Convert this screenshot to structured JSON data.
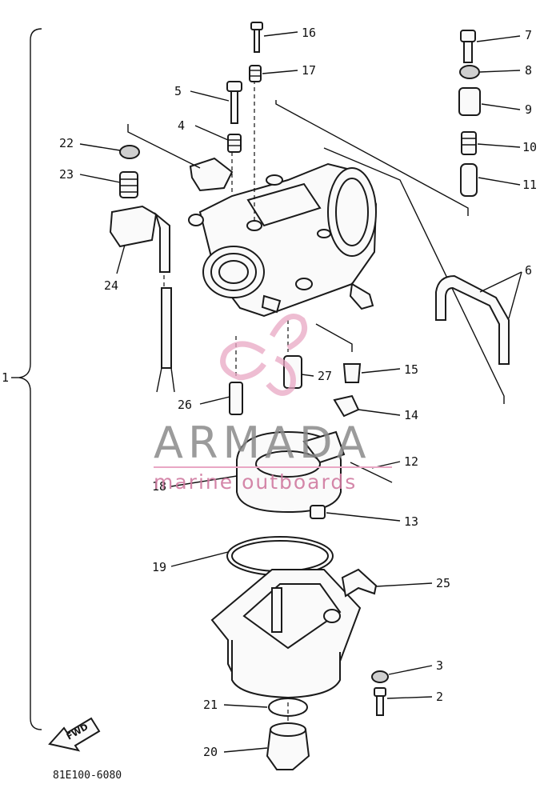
{
  "diagram": {
    "drawing_code": "81E100-6080",
    "fwd_label": "FWD",
    "watermark": {
      "brand": "ARMADA",
      "tagline": "marine outboards",
      "accent_color": "#d07aa0"
    },
    "callouts": [
      {
        "id": "c1",
        "label": "1"
      },
      {
        "id": "c2",
        "label": "2"
      },
      {
        "id": "c3",
        "label": "3"
      },
      {
        "id": "c4",
        "label": "4"
      },
      {
        "id": "c5",
        "label": "5"
      },
      {
        "id": "c6",
        "label": "6"
      },
      {
        "id": "c7",
        "label": "7"
      },
      {
        "id": "c8",
        "label": "8"
      },
      {
        "id": "c9",
        "label": "9"
      },
      {
        "id": "c10",
        "label": "10"
      },
      {
        "id": "c11",
        "label": "11"
      },
      {
        "id": "c12",
        "label": "12"
      },
      {
        "id": "c13",
        "label": "13"
      },
      {
        "id": "c14",
        "label": "14"
      },
      {
        "id": "c15",
        "label": "15"
      },
      {
        "id": "c16",
        "label": "16"
      },
      {
        "id": "c17",
        "label": "17"
      },
      {
        "id": "c18",
        "label": "18"
      },
      {
        "id": "c19",
        "label": "19"
      },
      {
        "id": "c20",
        "label": "20"
      },
      {
        "id": "c21",
        "label": "21"
      },
      {
        "id": "c22",
        "label": "22"
      },
      {
        "id": "c23",
        "label": "23"
      },
      {
        "id": "c24",
        "label": "24"
      },
      {
        "id": "c25",
        "label": "25"
      },
      {
        "id": "c26",
        "label": "26"
      },
      {
        "id": "c27",
        "label": "27"
      }
    ]
  }
}
